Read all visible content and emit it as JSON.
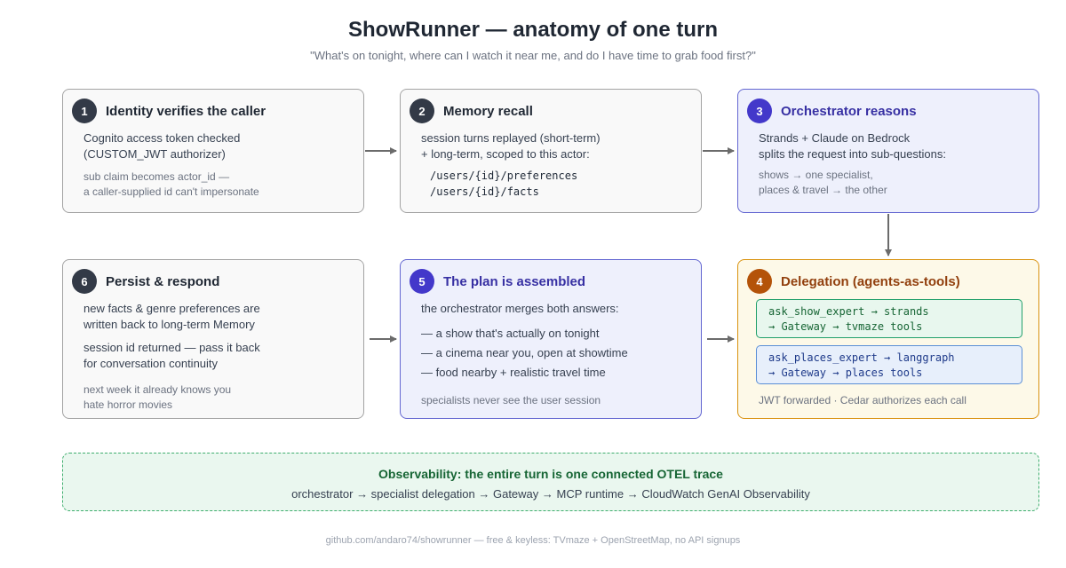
{
  "header": {
    "title": "ShowRunner — anatomy of one turn",
    "subtitle": "\"What's on tonight, where can I watch it near me, and do I have time to grab food first?\""
  },
  "steps": {
    "identity": {
      "num": "1",
      "title": "Identity verifies the caller",
      "line1": "Cognito access token checked",
      "line2": "(CUSTOM_JWT authorizer)",
      "note1": "sub claim becomes actor_id —",
      "note2": "a caller-supplied id can't impersonate"
    },
    "memory": {
      "num": "2",
      "title": "Memory recall",
      "line1": "session turns replayed (short-term)",
      "line2": "+ long-term, scoped to this actor:",
      "path1": "/users/{id}/preferences",
      "path2": "/users/{id}/facts"
    },
    "orchestrator": {
      "num": "3",
      "title": "Orchestrator reasons",
      "line1": "Strands + Claude on Bedrock",
      "line2": "splits the request into sub-questions:",
      "note1": "shows → one specialist,",
      "note2": "places & travel → the other"
    },
    "delegation": {
      "num": "4",
      "title": "Delegation (agents-as-tools)",
      "tool1_line1": "ask_show_expert → strands",
      "tool1_line2": "→ Gateway → tvmaze tools",
      "tool2_line1": "ask_places_expert → langgraph",
      "tool2_line2": "→ Gateway → places tools",
      "note": "JWT forwarded · Cedar authorizes each call"
    },
    "plan": {
      "num": "5",
      "title": "The plan is assembled",
      "intro": "the orchestrator merges both answers:",
      "item1": "— a show that's actually on tonight",
      "item2": "— a cinema near you, open at showtime",
      "item3": "— food nearby + realistic travel time",
      "note": "specialists never see the user session"
    },
    "persist": {
      "num": "6",
      "title": "Persist & respond",
      "line1": "new facts & genre preferences are",
      "line2": "written back to long-term Memory",
      "line3": "session id returned — pass it back",
      "line4": "for conversation continuity",
      "note1": "next week it already knows you",
      "note2": "hate horror movies"
    }
  },
  "observability": {
    "title": "Observability: the entire turn is one connected OTEL trace",
    "text": "orchestrator → specialist delegation → Gateway → MCP runtime → CloudWatch GenAI Observability"
  },
  "footer": "github.com/andaro74/showrunner — free & keyless: TVmaze + OpenStreetMap, no API signups",
  "colors": {
    "gray_border": "#a3a3a3",
    "blue_border": "#6366d1",
    "orange_border": "#d9920f",
    "green_dashed": "#3fae6e",
    "arrow": "#6b6b6b"
  }
}
